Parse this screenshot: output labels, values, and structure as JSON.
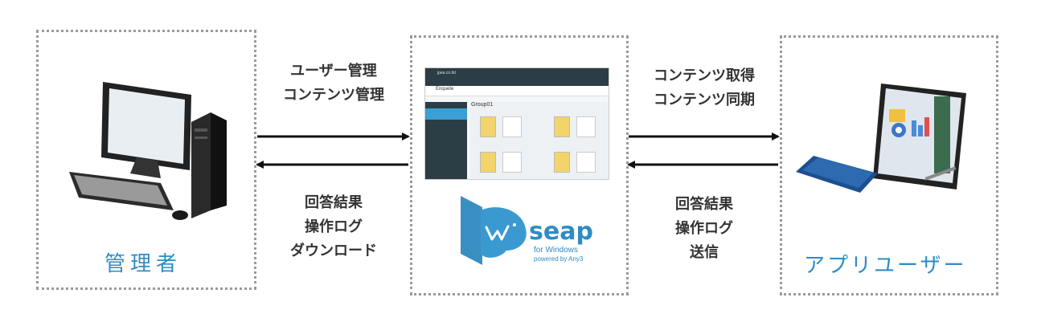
{
  "nodes": {
    "admin": {
      "caption": "管理者"
    },
    "user": {
      "caption": "アプリユーザー"
    },
    "server": {
      "logo_text": "seap",
      "logo_sub1": "for Windows",
      "logo_sub2": "powered by Any3",
      "screenshot": {
        "brand": "jpea.co.ltd",
        "app": "Enquete",
        "group": "Group01"
      }
    }
  },
  "edges": {
    "admin_to_server": {
      "line1": "ユーザー管理",
      "line2": "コンテンツ管理"
    },
    "server_to_admin": {
      "line1": "回答結果",
      "line2": "操作ログ",
      "line3": "ダウンロード"
    },
    "server_to_user": {
      "line1": "コンテンツ取得",
      "line2": "コンテンツ同期"
    },
    "user_to_server": {
      "line1": "回答結果",
      "line2": "操作ログ",
      "line3": "送信"
    }
  },
  "colors": {
    "accent": "#2f8cc3",
    "arrow": "#111111",
    "border": "#9a9a9a"
  }
}
